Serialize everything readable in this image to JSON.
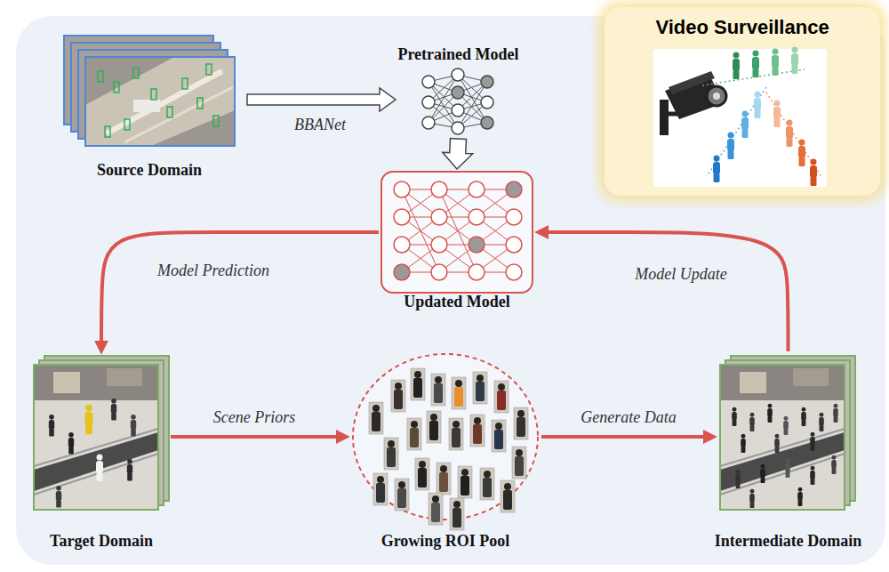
{
  "diagram": {
    "nodes": [
      {
        "text": [
          "Source Domain"
        ]
      },
      {
        "text": [
          "Pretrained Model"
        ]
      },
      {
        "text": [
          "Video Surveillance"
        ]
      },
      {
        "text": [
          "Updated Model"
        ]
      },
      {
        "text": [
          "Target Domain"
        ]
      },
      {
        "text": [
          "Growing ROI Pool"
        ]
      },
      {
        "text": [
          "Intermediate Domain"
        ]
      }
    ],
    "edges": [
      {
        "from": 0,
        "to": 1,
        "label": "BBANet",
        "arrow": "to"
      },
      {
        "from": 1,
        "to": 3,
        "arrow": "to"
      },
      {
        "from": 3,
        "to": 4,
        "label": "Model Prediction",
        "arrow": "to"
      },
      {
        "from": 4,
        "to": 5,
        "label": "Scene Priors",
        "arrow": "to"
      },
      {
        "from": 5,
        "to": 6,
        "label": "Generate Data",
        "arrow": "to"
      },
      {
        "from": 6,
        "to": 3,
        "label": "Model Update",
        "arrow": "to"
      }
    ]
  }
}
